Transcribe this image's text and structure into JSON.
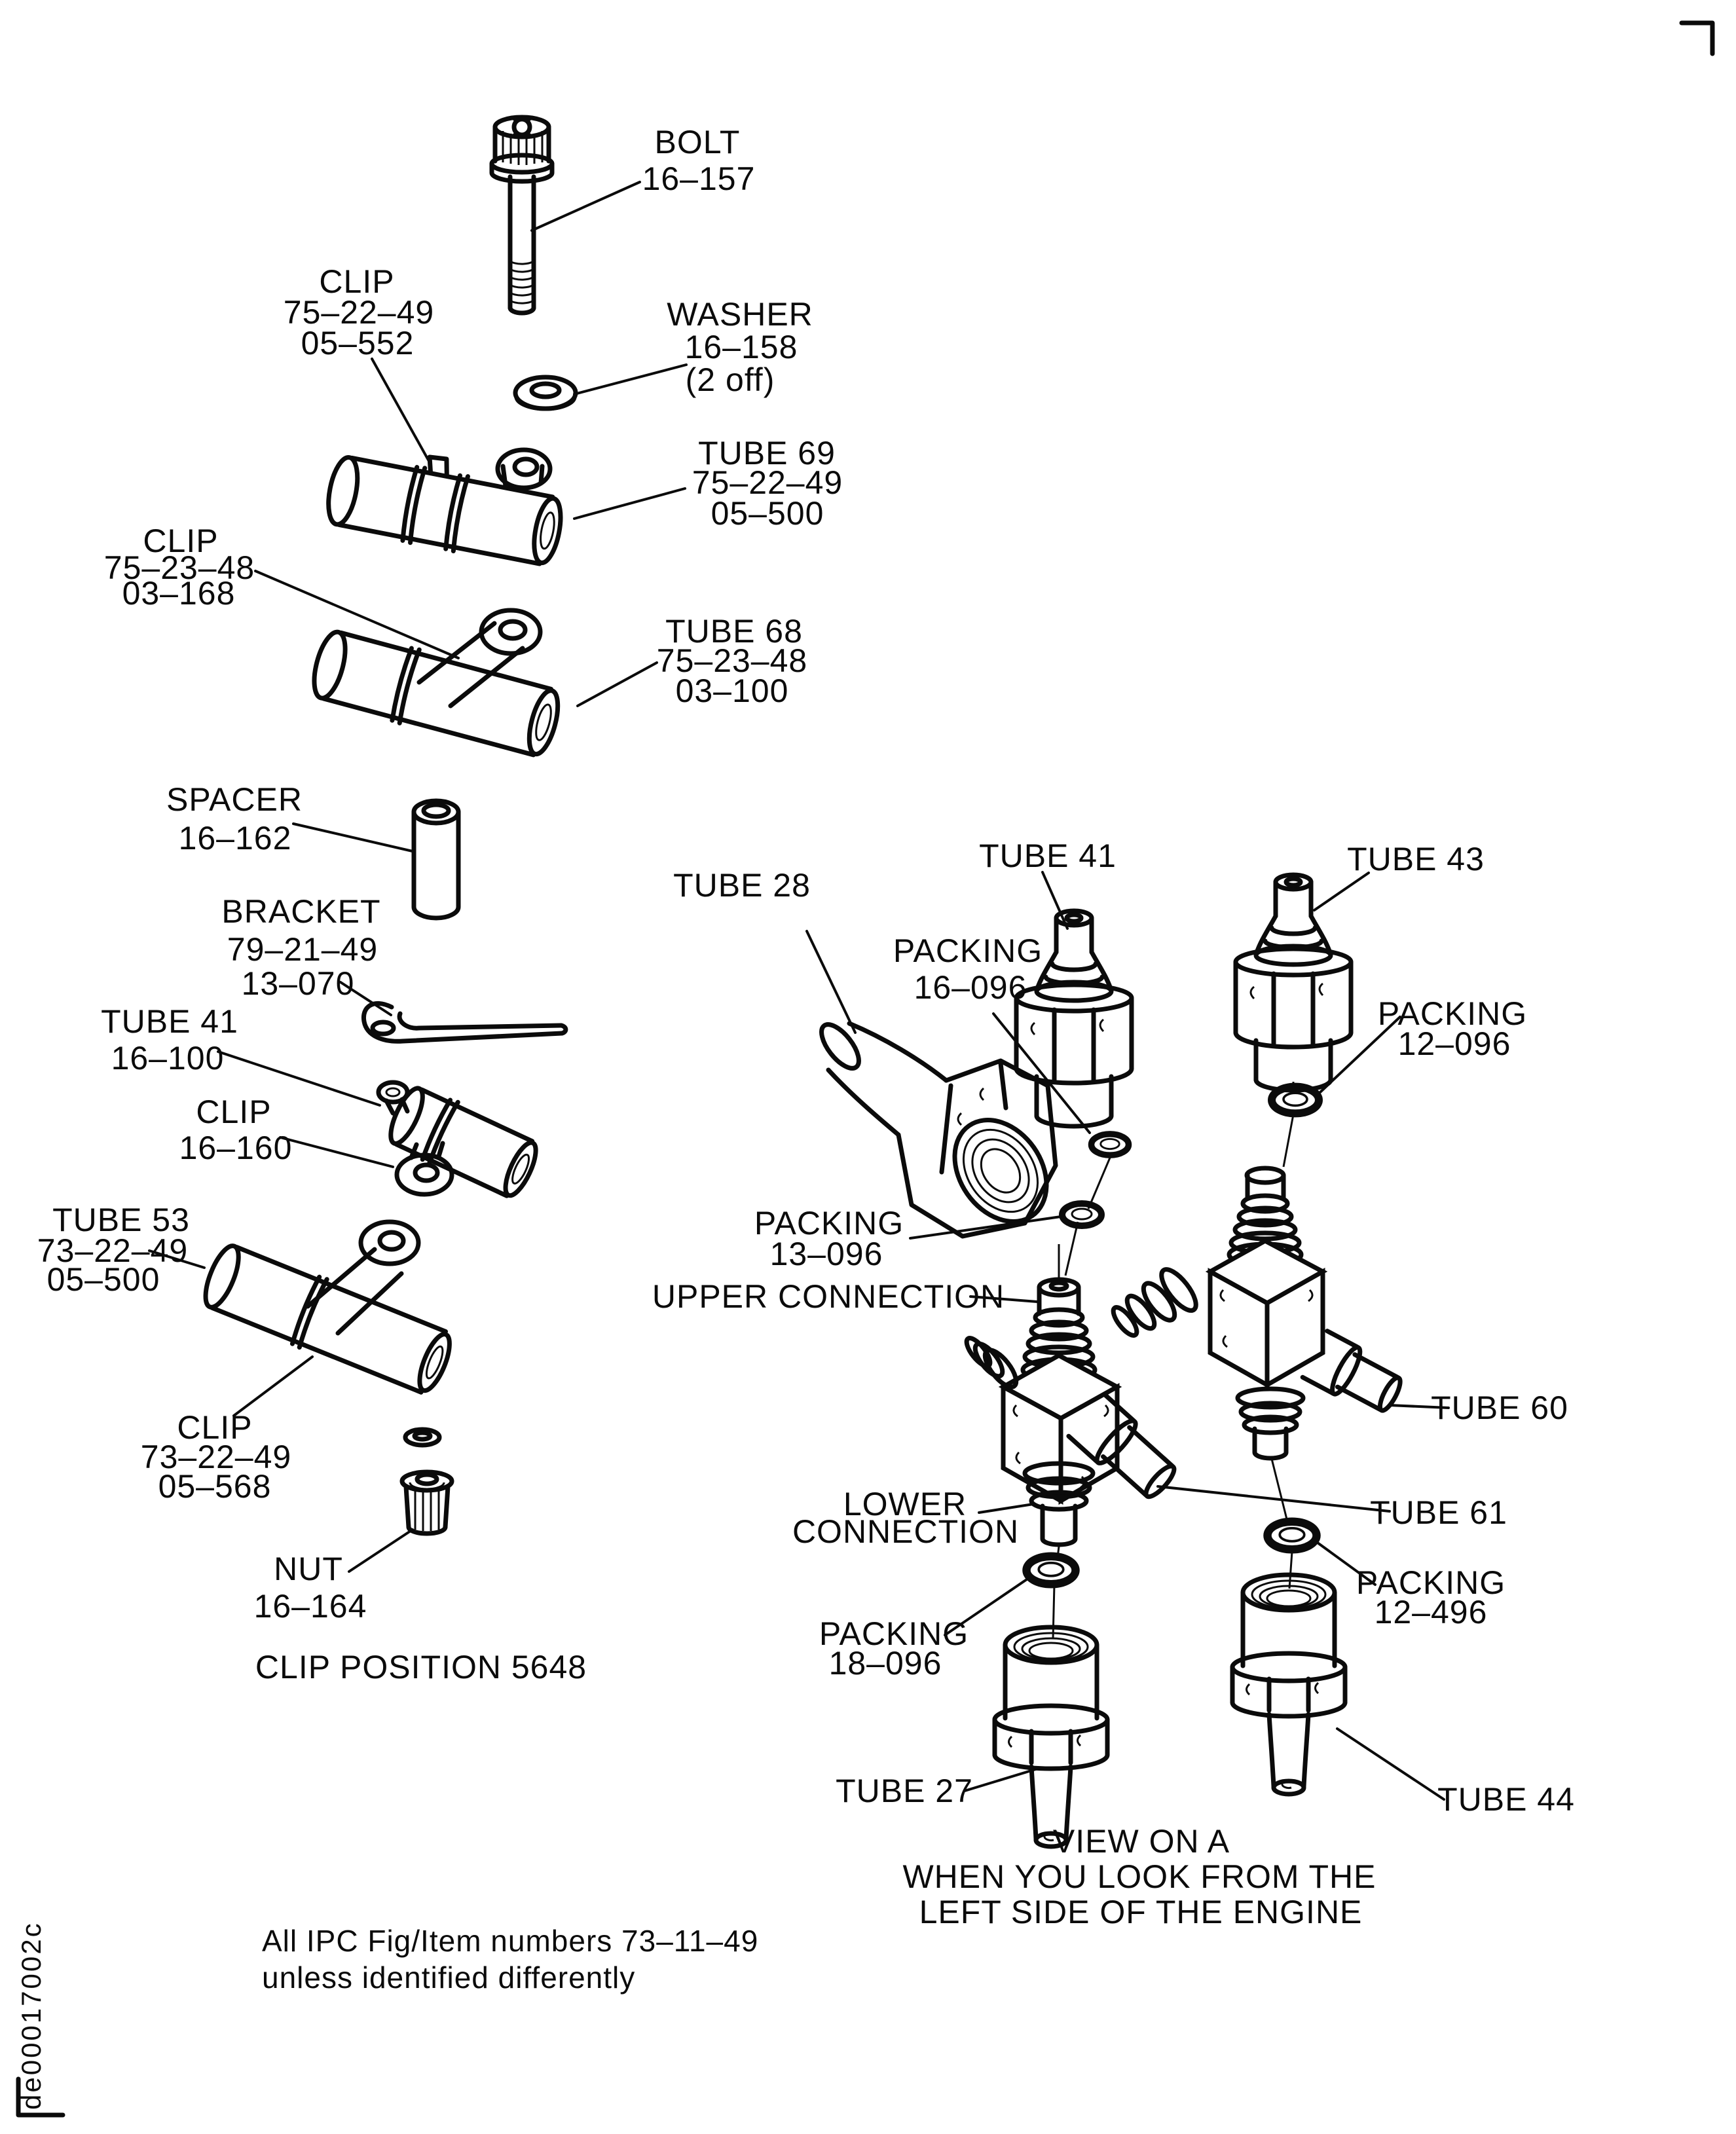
{
  "labels": {
    "bolt": [
      "BOLT",
      "16–157"
    ],
    "clip_top": [
      "CLIP",
      "75–22–49",
      "05–552"
    ],
    "washer": [
      "WASHER",
      "16–158",
      "(2 off)"
    ],
    "tube69": [
      "TUBE 69",
      "75–22–49",
      "05–500"
    ],
    "clip_75_23_48": [
      "CLIP",
      "75–23–48",
      "03–168"
    ],
    "tube68": [
      "TUBE 68",
      "75–23–48",
      "03–100"
    ],
    "spacer": [
      "SPACER",
      "16–162"
    ],
    "bracket": [
      "BRACKET",
      "79–21–49",
      "13–070"
    ],
    "tube41_left": [
      "TUBE 41",
      "16–100"
    ],
    "clip_16_160": [
      "CLIP",
      "16–160"
    ],
    "tube53": [
      "TUBE 53",
      "73–22–49",
      "05–500"
    ],
    "clip_73_22_49": [
      "CLIP",
      "73–22–49",
      "05–568"
    ],
    "nut": [
      "NUT",
      "16–164"
    ],
    "clip_position": [
      "CLIP POSITION 5648"
    ],
    "tube28": [
      "TUBE 28"
    ],
    "tube41_right": [
      "TUBE 41"
    ],
    "tube43": [
      "TUBE 43"
    ],
    "packing_16_096": [
      "PACKING",
      "16–096"
    ],
    "packing_12_096": [
      "PACKING",
      "12–096"
    ],
    "packing_13_096": [
      "PACKING",
      "13–096"
    ],
    "upper_connection": [
      "UPPER CONNECTION"
    ],
    "tube60": [
      "TUBE 60"
    ],
    "tube61": [
      "TUBE 61"
    ],
    "lower_connection": [
      "LOWER",
      "CONNECTION"
    ],
    "packing_12_496": [
      "PACKING",
      "12–496"
    ],
    "packing_18_096": [
      "PACKING",
      "18–096"
    ],
    "tube27": [
      "TUBE 27"
    ],
    "tube44": [
      "TUBE 44"
    ],
    "view_note": [
      "VIEW ON A",
      "WHEN YOU LOOK FROM THE",
      "LEFT SIDE OF THE ENGINE"
    ],
    "footer": [
      "All IPC Fig/Item numbers 73–11–49",
      "unless identified differently"
    ],
    "doc_code": [
      "de00017002c"
    ]
  }
}
